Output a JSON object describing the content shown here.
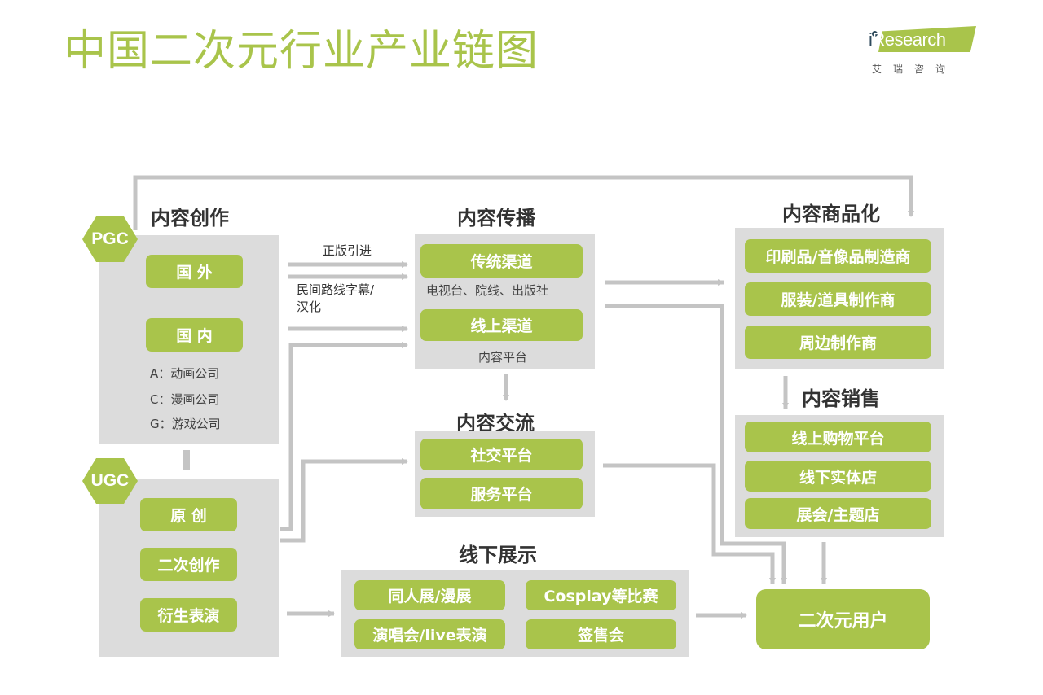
{
  "title": "中国二次元行业产业链图",
  "logo": {
    "brand_prefix": "i",
    "brand": "Research",
    "subtitle": "艾瑞咨询"
  },
  "colors": {
    "accent": "#a9c44b",
    "panel": "#dcdcdc",
    "connector": "#c4c4c4",
    "heading": "#333333"
  },
  "creation": {
    "title": "内容创作",
    "pgc": {
      "badge": "PGC",
      "items": [
        "国 外",
        "国 内"
      ],
      "notes": [
        "A：动画公司",
        "C：漫画公司",
        "G：游戏公司"
      ]
    },
    "ugc": {
      "badge": "UGC",
      "items": [
        "原 创",
        "二次创作",
        "衍生表演"
      ]
    }
  },
  "flow_labels": {
    "licensed_import": "正版引进",
    "fan_subs_line1": "民间路线字幕/",
    "fan_subs_line2": "汉化"
  },
  "distribution": {
    "title": "内容传播",
    "items": [
      "传统渠道",
      "线上渠道"
    ],
    "notes": [
      "电视台、院线、出版社",
      "内容平台"
    ]
  },
  "exchange": {
    "title": "内容交流",
    "items": [
      "社交平台",
      "服务平台"
    ]
  },
  "offline": {
    "title": "线下展示",
    "items": [
      "同人展/漫展",
      "Cosplay等比赛",
      "演唱会/live表演",
      "签售会"
    ]
  },
  "commercialization": {
    "title": "内容商品化",
    "items": [
      "印刷品/音像品制造商",
      "服装/道具制作商",
      "周边制作商"
    ]
  },
  "sales": {
    "title": "内容销售",
    "items": [
      "线上购物平台",
      "线下实体店",
      "展会/主题店"
    ]
  },
  "users": {
    "label": "二次元用户"
  }
}
